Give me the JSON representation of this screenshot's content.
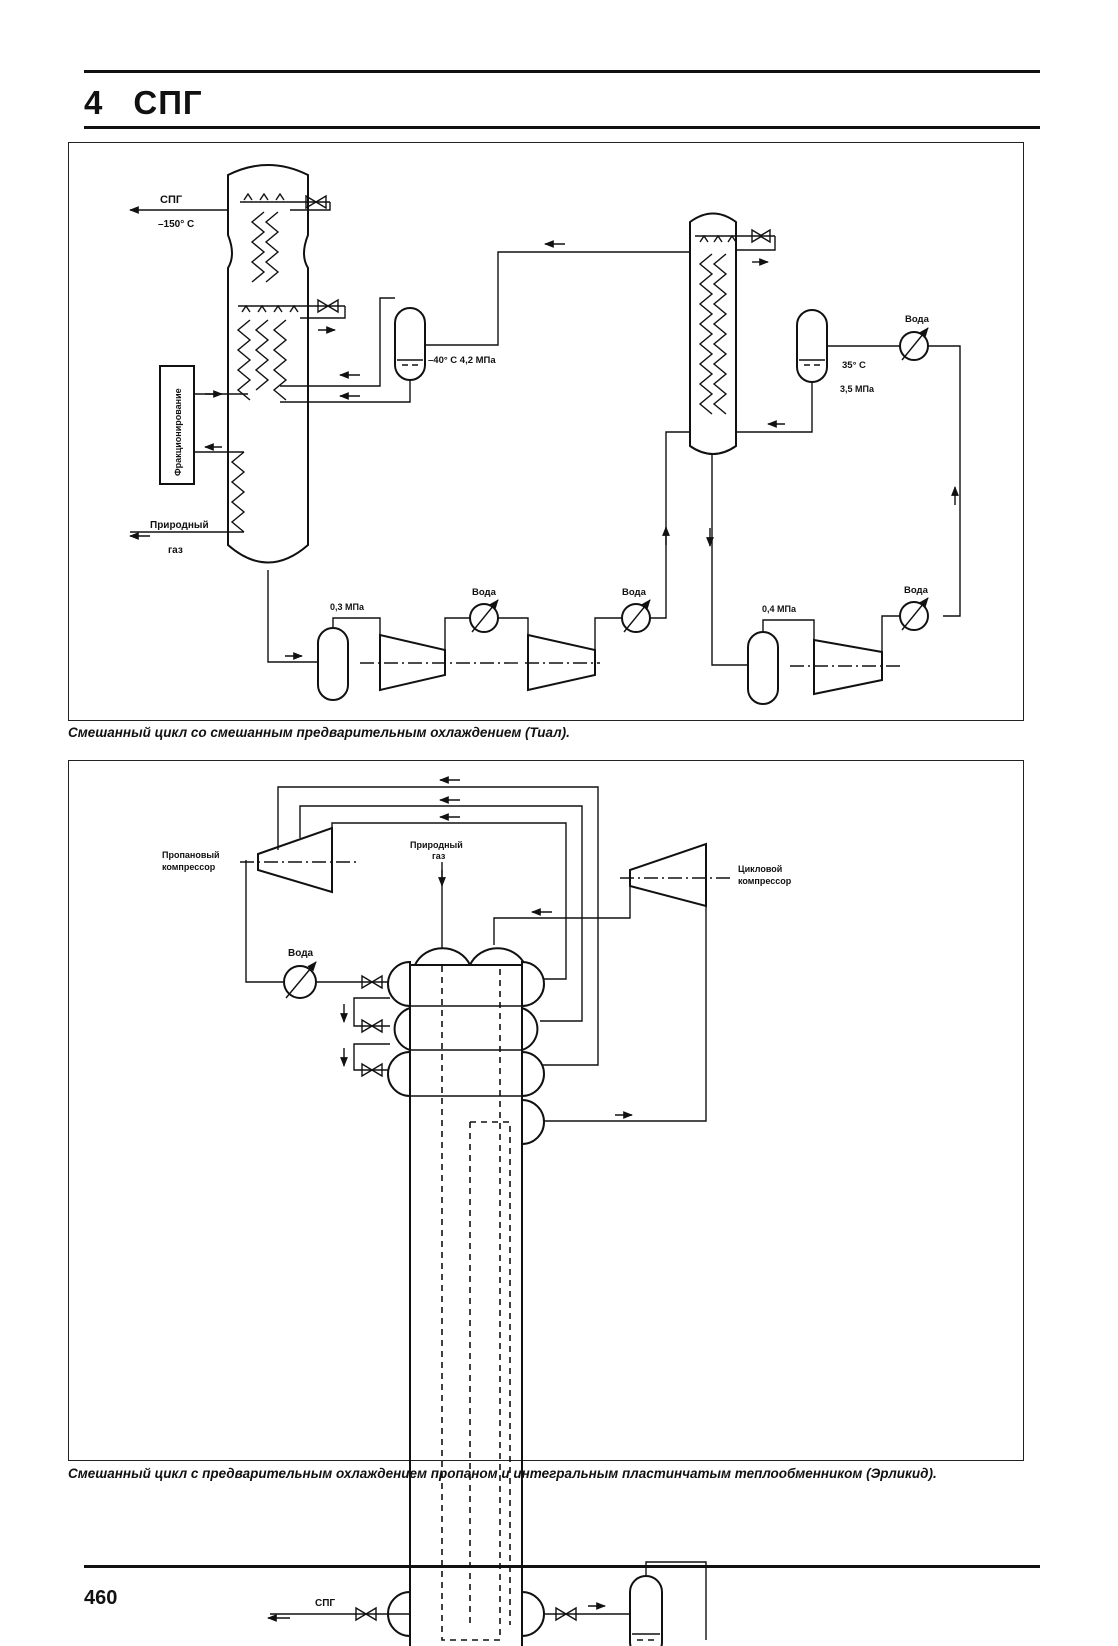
{
  "header": {
    "section_number": "4",
    "section_title": "СПГ"
  },
  "figure1": {
    "caption": "Смешанный цикл со смешанным предварительным охлаждением (Тиал).",
    "labels": {
      "lng": "СПГ",
      "lng_temp": "–150° C",
      "separator_cond": "–40° C 4,2 МПа",
      "fractionation": "Фракционирование",
      "natural_gas_1": "Природный",
      "natural_gas_2": "газ",
      "pressure_03": "0,3 МПа",
      "water_a": "Вода",
      "water_b": "Вода",
      "pressure_04": "0,4 МПа",
      "water_c": "Вода",
      "water_d": "Вода",
      "temp_35": "35° C",
      "pressure_35": "3,5 МПа"
    }
  },
  "figure2": {
    "caption": "Смешанный цикл с предварительным охлаждением пропаном и интегральным пластинчатым теплообменником (Эрликид).",
    "labels": {
      "propane_comp_1": "Пропановый",
      "propane_comp_2": "компрессор",
      "natural_gas_1": "Природный",
      "natural_gas_2": "газ",
      "cycle_comp_1": "Цикловой",
      "cycle_comp_2": "компрессор",
      "water": "Вода",
      "lng": "СПГ"
    }
  },
  "page_number": "460"
}
